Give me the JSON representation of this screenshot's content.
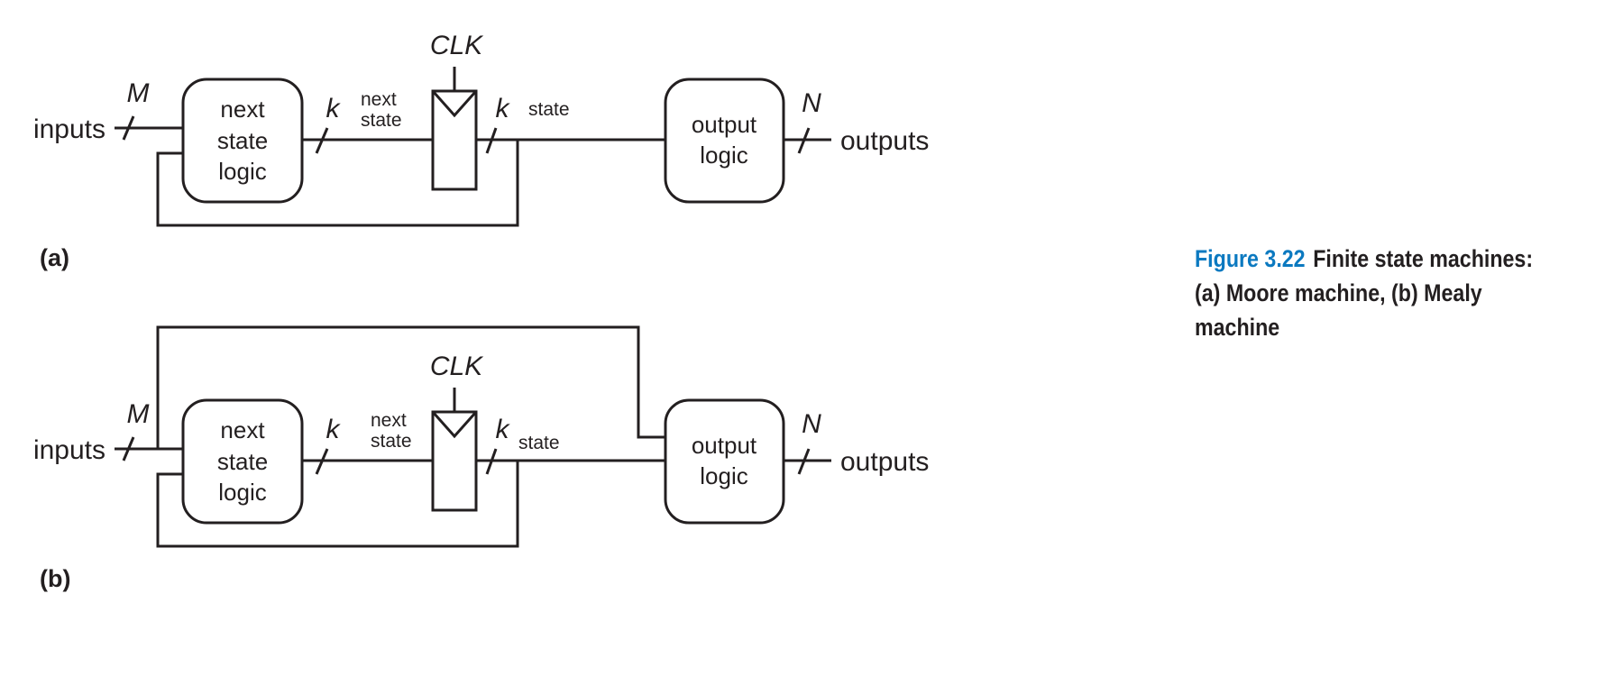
{
  "caption": {
    "figure_label": "Figure 3.22",
    "text": "Finite state machines: (a) Moore machine, (b) Mealy machine",
    "label_color": "#0b79c0"
  },
  "diagrams": [
    {
      "id": "a",
      "sublabel": "(a)",
      "machine": "Moore",
      "inputs_label": "inputs",
      "inputs_width": "M",
      "next_state_logic": [
        "next",
        "state",
        "logic"
      ],
      "next_state_width": "k",
      "next_state_wire": [
        "next",
        "state"
      ],
      "clock_label": "CLK",
      "state_width": "k",
      "state_wire": "state",
      "output_logic": [
        "output",
        "logic"
      ],
      "outputs_width": "N",
      "outputs_label": "outputs"
    },
    {
      "id": "b",
      "sublabel": "(b)",
      "machine": "Mealy",
      "inputs_label": "inputs",
      "inputs_width": "M",
      "next_state_logic": [
        "next",
        "state",
        "logic"
      ],
      "next_state_width": "k",
      "next_state_wire": [
        "next",
        "state"
      ],
      "clock_label": "CLK",
      "state_width": "k",
      "state_wire": "state",
      "output_logic": [
        "output",
        "logic"
      ],
      "outputs_width": "N",
      "outputs_label": "outputs"
    }
  ]
}
